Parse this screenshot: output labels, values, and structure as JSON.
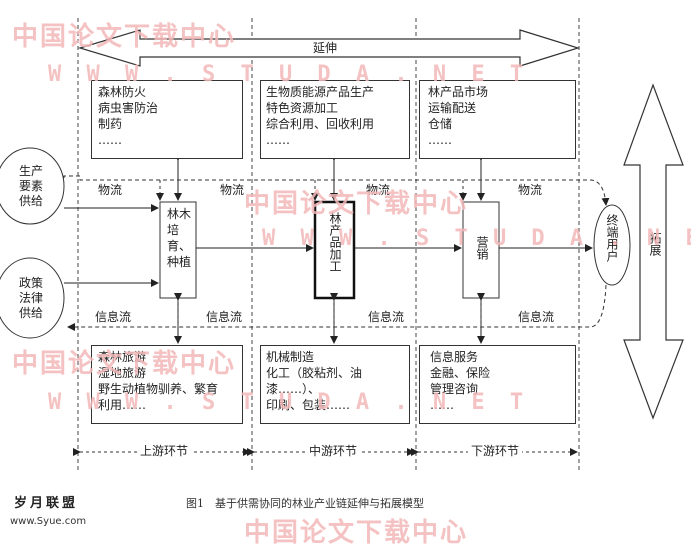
{
  "watermark": {
    "cn": "中国论文下载中心",
    "url": "W W W . S T U D A . N E T"
  },
  "arrows": {
    "extend": "延伸",
    "expand": "拓展"
  },
  "nodes": {
    "production_factors": "生产要素供给",
    "policy_law": "政策法律供给",
    "forest_cultivation": "林木培育、种植",
    "forest_processing": "林产品加工",
    "marketing": "营销",
    "end_user": "终端用户"
  },
  "flows": {
    "logistics": "物流",
    "information": "信息流"
  },
  "top_boxes": [
    [
      "森林防火",
      "病虫害防治",
      "制药",
      "……"
    ],
    [
      "生物质能源产品生产",
      "特色资源加工",
      "综合利用、回收利用",
      "……"
    ],
    [
      "林产品市场",
      "运输配送",
      "仓储",
      "……"
    ]
  ],
  "bottom_boxes": [
    [
      "森林旅游",
      "湿地旅游",
      "野生动植物驯养、繁育",
      "利用……"
    ],
    [
      "机械制造",
      "化工（胶粘剂、油",
      "漆……）、",
      "印刷、包装……"
    ],
    [
      "信息服务",
      "金融、保险",
      "管理咨询",
      "……"
    ]
  ],
  "segments": [
    "上游环节",
    "中游环节",
    "下游环节"
  ],
  "caption": "图1　基于供需协同的林业产业链延伸与拓展模型",
  "site_logo": {
    "name": "岁月联盟",
    "url": "www.Syue.com"
  }
}
